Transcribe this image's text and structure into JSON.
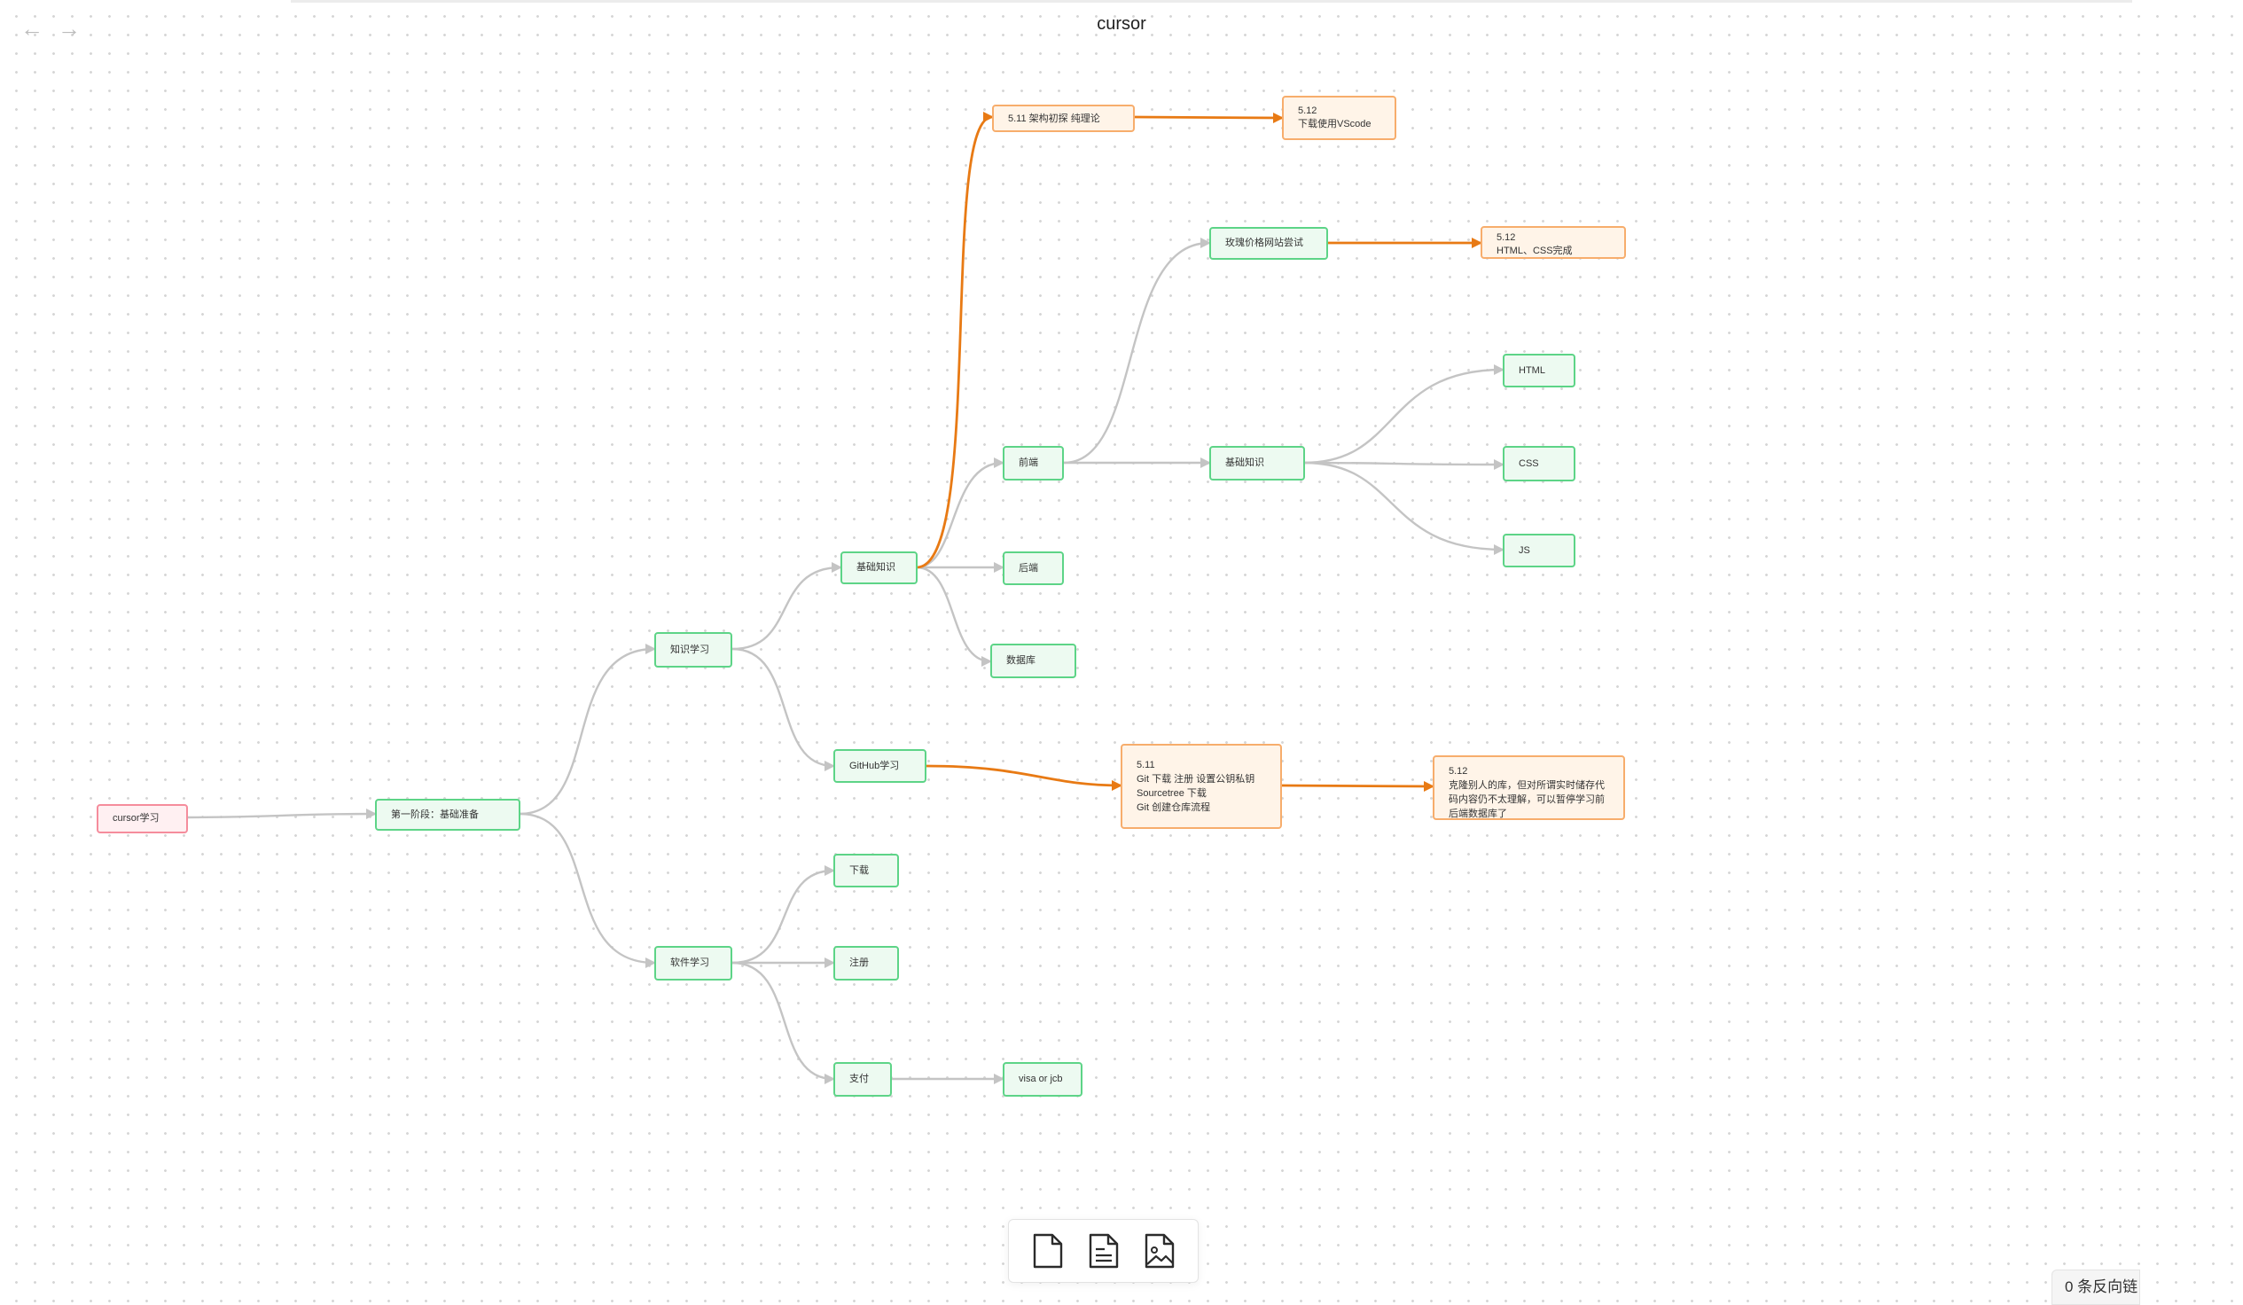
{
  "page": {
    "title": "cursor"
  },
  "nav": {
    "back_label": "←",
    "forward_label": "→"
  },
  "colors": {
    "green_border": "#5dd487",
    "green_fill": "#edfaf1",
    "orange_border": "#f7ad6c",
    "orange_fill": "#fff4e8",
    "orange_edge": "#e87a14",
    "grey_edge": "#c4c4c4",
    "red_border": "#f58c9c"
  },
  "mindmap": {
    "root": "cursor学习",
    "stage1": "第一阶段：基础准备",
    "knowledge": "知识学习",
    "basics": "基础知识",
    "note_511_arch": "5.11 架构初探 纯理论",
    "note_512_vscode": "5.12\n下载使用VScode",
    "frontend": "前端",
    "rose_site": "玫瑰价格网站尝试",
    "note_512_html": "5.12\nHTML、CSS完成",
    "fe_basics": "基础知识",
    "html": "HTML",
    "css": "CSS",
    "js": "JS",
    "backend": "后端",
    "database": "数据库",
    "github": "GitHub学习",
    "note_511_git": "5.11\nGit 下载 注册 设置公钥私钥\nSourcetree 下载\nGit 创建仓库流程",
    "note_512_clone": "5.12\n克隆别人的库，但对所谓实时储存代\n码内容仍不太理解，可以暂停学习前\n后端数据库了",
    "software": "软件学习",
    "download": "下载",
    "register": "注册",
    "payment": "支付",
    "visa": "visa or jcb"
  },
  "toolbar": {
    "items": [
      "new-page-icon",
      "document-icon",
      "image-file-icon"
    ]
  },
  "footer": {
    "backlinks_label": "0 条反向链"
  }
}
